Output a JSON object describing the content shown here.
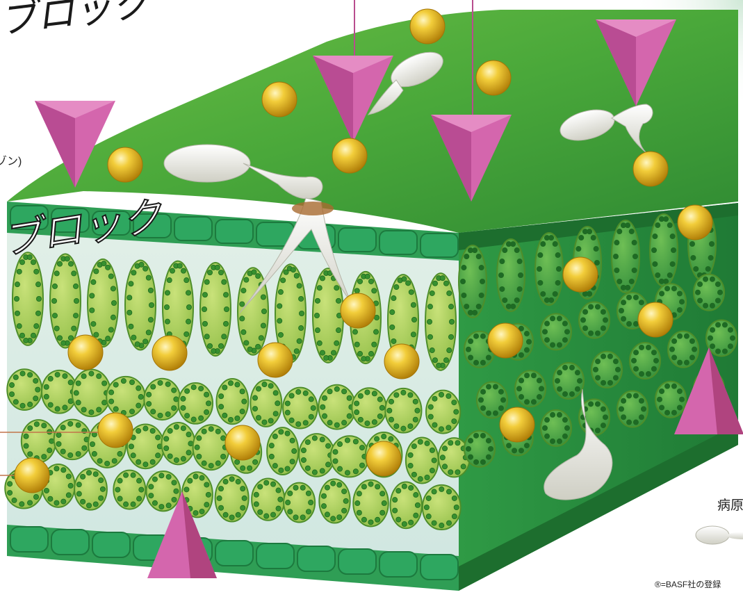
{
  "labels": {
    "title_top": "ブロック",
    "title_mid": "ブロック",
    "side_note": "ゾン)",
    "legend_label": "病原",
    "footnote": "®=BASF社の登録"
  },
  "colors": {
    "leaf_top": "#3e9a35",
    "leaf_top_light": "#6cbf45",
    "leaf_side": "#2a8a3a",
    "epidermis": "#2f9e55",
    "cell_fill": "#a8cf5c",
    "cell_stroke": "#4e8e2a",
    "chloroplast": "#2f8a2e",
    "intercellular": "#d6ebe8",
    "gold_sphere": "#e5b81d",
    "pink_pyramid": "#cf5fa6",
    "pathogen_spore": "#ecece4",
    "callout_line": "#c2744a"
  },
  "icons": [
    "gold-sphere-icon",
    "pink-pyramid-icon",
    "pathogen-spore-icon"
  ]
}
